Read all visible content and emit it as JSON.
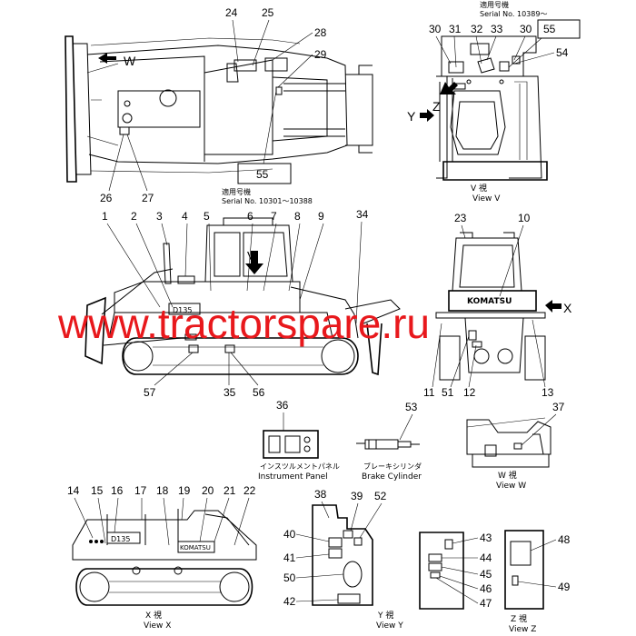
{
  "top_view": {
    "callouts": [
      "24",
      "25",
      "28",
      "29",
      "26",
      "27",
      "55"
    ],
    "view_mark": "W",
    "serial_jp": "適用号機",
    "serial_text": "Serial No. 10301～10388"
  },
  "view_v": {
    "serial_jp": "適用号機",
    "serial_text": "Serial No. 10389～",
    "callouts": [
      "30",
      "31",
      "32",
      "33",
      "30",
      "55",
      "54"
    ],
    "arrow_y": "Y",
    "arrow_z": "Z",
    "caption_jp": "V 視",
    "caption_en": "View V"
  },
  "side_view": {
    "callouts": [
      "1",
      "2",
      "3",
      "4",
      "5",
      "6",
      "7",
      "8",
      "9",
      "34",
      "57",
      "35",
      "56"
    ],
    "view_mark": "V",
    "decal": "D135"
  },
  "rear_view": {
    "callouts": [
      "23",
      "10",
      "11",
      "51",
      "12",
      "13"
    ],
    "brand": "KOMATSU",
    "arrow_x": "X"
  },
  "instrument_panel": {
    "callout": "36",
    "caption_jp": "インスツルメントパネル",
    "caption_en": "Instrument Panel"
  },
  "brake_cylinder": {
    "callout": "53",
    "caption_jp": "ブレーキシリンダ",
    "caption_en": "Brake Cylinder"
  },
  "view_w": {
    "callout": "37",
    "caption_jp": "W 視",
    "caption_en": "View W"
  },
  "view_x": {
    "callouts": [
      "14",
      "15",
      "16",
      "17",
      "18",
      "19",
      "20",
      "21",
      "22"
    ],
    "decal_model": "D135",
    "decal_brand": "KOMATSU",
    "caption_jp": "X 視",
    "caption_en": "View X"
  },
  "view_y": {
    "callouts": [
      "38",
      "39",
      "52",
      "40",
      "41",
      "50",
      "42"
    ],
    "caption_jp": "Y 視",
    "caption_en": "View Y"
  },
  "view_z_panel": {
    "callouts": [
      "43",
      "44",
      "45",
      "46",
      "47"
    ]
  },
  "view_z": {
    "callouts": [
      "48",
      "49"
    ],
    "caption_jp": "Z 視",
    "caption_en": "View Z"
  },
  "watermark": "www.tractorspare.ru"
}
